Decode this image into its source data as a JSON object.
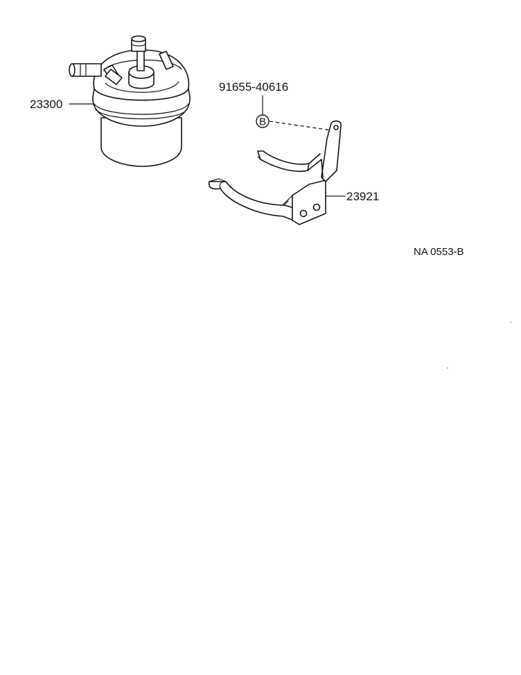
{
  "labels": {
    "filter_part_no": "23300",
    "bolt_part_no": "91655-40616",
    "bracket_part_no": "23921",
    "bolt_callout": "B",
    "drawing_code": "NA 0553-B"
  }
}
